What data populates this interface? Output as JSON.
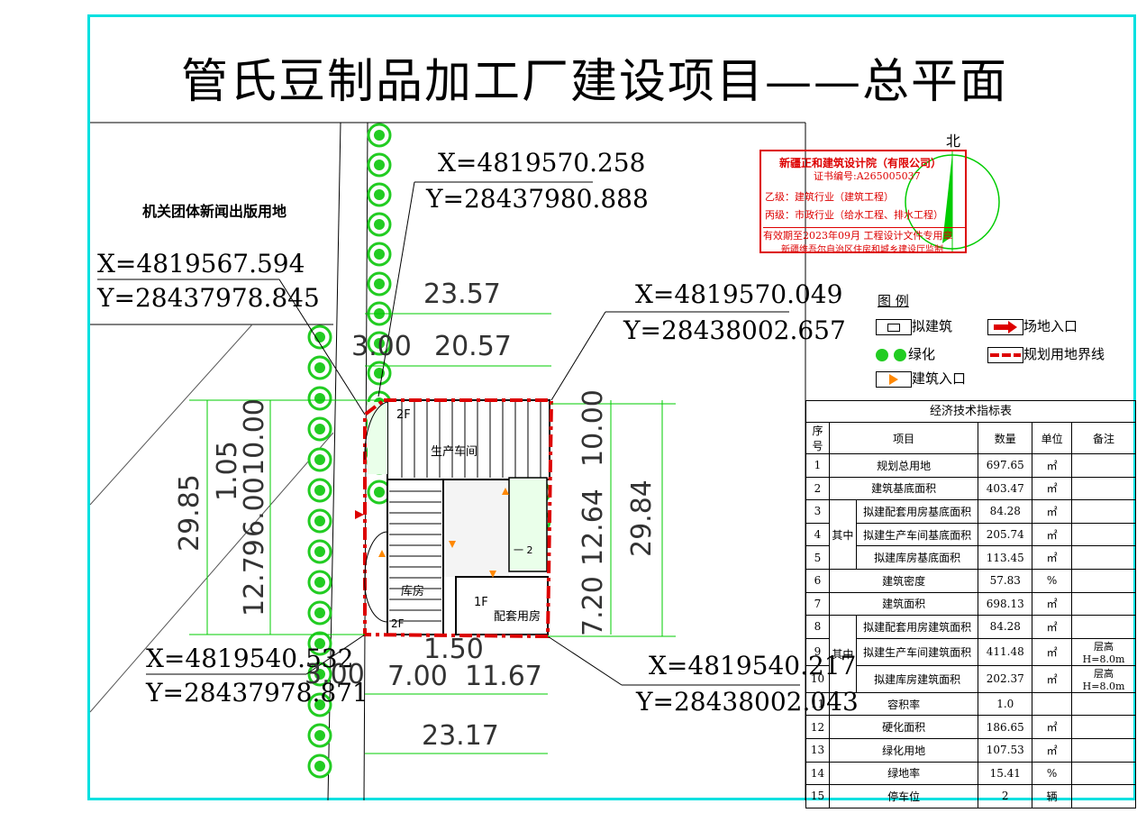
{
  "title": "管氏豆制品加工厂建设项目——总平面",
  "north_label": "北",
  "neighbor_label": "机关团体新闻出版用地",
  "coordinates": [
    {
      "x": "X=4819570.258",
      "y": "Y=28437980.888"
    },
    {
      "x": "X=4819567.594",
      "y": "Y=28437978.845"
    },
    {
      "x": "X=4819570.049",
      "y": "Y=28438002.657"
    },
    {
      "x": "X=4819540.532",
      "y": "Y=28437978.871"
    },
    {
      "x": "X=4819540.217",
      "y": "Y=28438002.043"
    }
  ],
  "dimensions": {
    "top_total": "23.57",
    "top_setback": "3.00",
    "top_building": "20.57",
    "left_total": "29.85",
    "left_a": "1.05",
    "left_b": "10.00",
    "left_c": "6.00",
    "left_d": "12.79",
    "right_a": "10.00",
    "right_b": "12.64",
    "right_c": "7.20",
    "right_total": "29.84",
    "bottom_gap": "1.50",
    "bottom_setback": "3.00",
    "bottom_a": "7.00",
    "bottom_b": "11.67",
    "bottom_total": "23.17"
  },
  "buildings": {
    "workshop": "生产车间",
    "workshop_floors": "2F",
    "warehouse": "库房",
    "warehouse_floors": "2F",
    "auxiliary": "配套用房",
    "auxiliary_floors": "1F",
    "small": "一 2"
  },
  "stamp": {
    "line1": "新疆正和建筑设计院（有限公司）",
    "line2": "证书编号:A265005037",
    "line3": "乙级：建筑行业（建筑工程）",
    "line4": "丙级：市政行业（给水工程、排水工程）",
    "line5": "有效期至2023年09月 工程设计文件专用章",
    "line6": "新疆维吾尔自治区住房和城乡建设厅监制"
  },
  "legend": {
    "title": "图  例",
    "proposed_building": "拟建筑",
    "site_entrance": "场地入口",
    "greening": "绿化",
    "boundary": "规划用地界线",
    "building_entrance": "建筑入口"
  },
  "table": {
    "title": "经济技术指标表",
    "headers": [
      "序号",
      "项目",
      "数量",
      "单位",
      "备注"
    ],
    "group_label": "其中",
    "rows": [
      {
        "no": "1",
        "item": "规划总用地",
        "qty": "697.65",
        "unit": "㎡",
        "note": ""
      },
      {
        "no": "2",
        "item": "建筑基底面积",
        "qty": "403.47",
        "unit": "㎡",
        "note": ""
      },
      {
        "no": "3",
        "item": "拟建配套用房基底面积",
        "qty": "84.28",
        "unit": "㎡",
        "note": ""
      },
      {
        "no": "4",
        "item": "拟建生产车间基底面积",
        "qty": "205.74",
        "unit": "㎡",
        "note": ""
      },
      {
        "no": "5",
        "item": "拟建库房基底面积",
        "qty": "113.45",
        "unit": "㎡",
        "note": ""
      },
      {
        "no": "6",
        "item": "建筑密度",
        "qty": "57.83",
        "unit": "%",
        "note": ""
      },
      {
        "no": "7",
        "item": "建筑面积",
        "qty": "698.13",
        "unit": "㎡",
        "note": ""
      },
      {
        "no": "8",
        "item": "拟建配套用房建筑面积",
        "qty": "84.28",
        "unit": "㎡",
        "note": ""
      },
      {
        "no": "9",
        "item": "拟建生产车间建筑面积",
        "qty": "411.48",
        "unit": "㎡",
        "note": "层高H=8.0m"
      },
      {
        "no": "10",
        "item": "拟建库房建筑面积",
        "qty": "202.37",
        "unit": "㎡",
        "note": "层高H=8.0m"
      },
      {
        "no": "11",
        "item": "容积率",
        "qty": "1.0",
        "unit": "",
        "note": ""
      },
      {
        "no": "12",
        "item": "硬化面积",
        "qty": "186.65",
        "unit": "㎡",
        "note": ""
      },
      {
        "no": "13",
        "item": "绿化用地",
        "qty": "107.53",
        "unit": "㎡",
        "note": ""
      },
      {
        "no": "14",
        "item": "绿地率",
        "qty": "15.41",
        "unit": "%",
        "note": ""
      },
      {
        "no": "15",
        "item": "停车位",
        "qty": "2",
        "unit": "辆",
        "note": ""
      }
    ]
  },
  "colors": {
    "frame": "#00e0e0",
    "dimension": "#00cc00",
    "boundary": "#dd0000",
    "tree": "#22cc22",
    "stamp": "#dd0000",
    "entrance": "#ff8800"
  }
}
